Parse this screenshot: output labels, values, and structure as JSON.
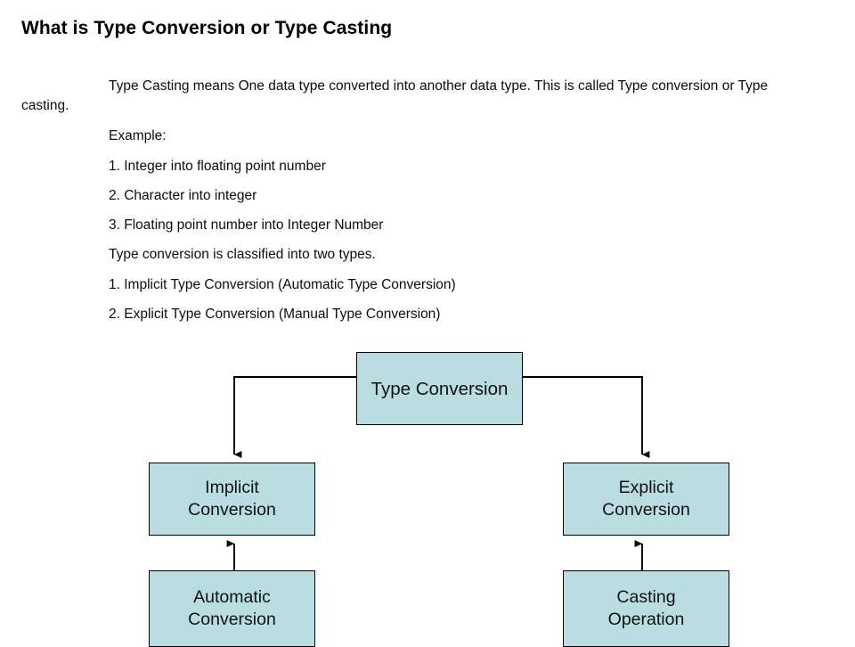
{
  "slide": {
    "title": "What is Type Conversion or Type Casting",
    "background_color": "#ffffff",
    "text_color": "#000000"
  },
  "content": {
    "intro": "Type Casting means One data type converted into another data type. This is called Type conversion or Type casting.",
    "example_label": "Example:",
    "examples": [
      "1. Integer into floating point number",
      "2. Character into integer",
      "3. Floating point number into Integer Number"
    ],
    "classification_label": "Type conversion is classified into two types.",
    "classification": [
      "1. Implicit Type Conversion (Automatic Type Conversion)",
      "2. Explicit Type Conversion (Manual Type Conversion)"
    ]
  },
  "diagram": {
    "type": "flowchart",
    "node_fill": "#b9dde1",
    "node_border": "#000000",
    "connector_color": "#000000",
    "nodes": {
      "root": "Type Conversion",
      "implicit": "Implicit\nConversion",
      "explicit": "Explicit\nConversion",
      "automatic": "Automatic\nConversion",
      "casting": "Casting\nOperation"
    },
    "edges": [
      {
        "from": "root",
        "to": "implicit",
        "direction": "down",
        "style": "elbow-left"
      },
      {
        "from": "root",
        "to": "explicit",
        "direction": "down",
        "style": "elbow-right"
      },
      {
        "from": "automatic",
        "to": "implicit",
        "direction": "up",
        "style": "straight"
      },
      {
        "from": "casting",
        "to": "explicit",
        "direction": "up",
        "style": "straight"
      }
    ]
  }
}
